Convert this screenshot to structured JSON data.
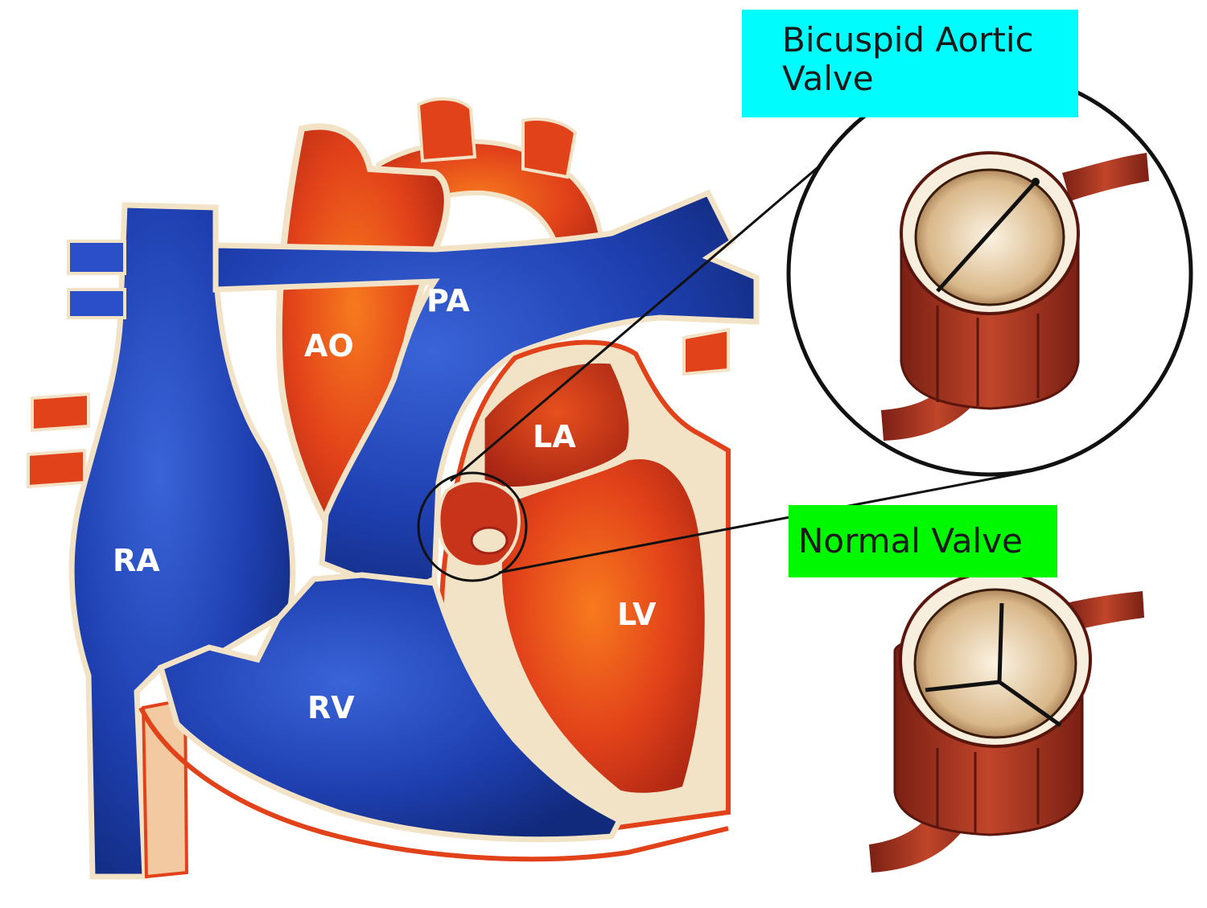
{
  "labels": {
    "ra": "RA",
    "ao": "AO",
    "pa": "PA",
    "la": "LA",
    "lv": "LV",
    "rv": "RV"
  },
  "callouts": {
    "bicuspid_line1": "Bicuspid Aortic",
    "bicuspid_line2": "Valve",
    "normal": "Normal Valve"
  },
  "colors": {
    "callout_bicuspid_bg": "#00fcfc",
    "callout_normal_bg": "#00f900",
    "deoxygenated_blue": "#1e3fb0",
    "oxygenated_red": "#e2421a",
    "wall_cream": "#f2e3c6",
    "valve_tissue": "#9c3420"
  }
}
